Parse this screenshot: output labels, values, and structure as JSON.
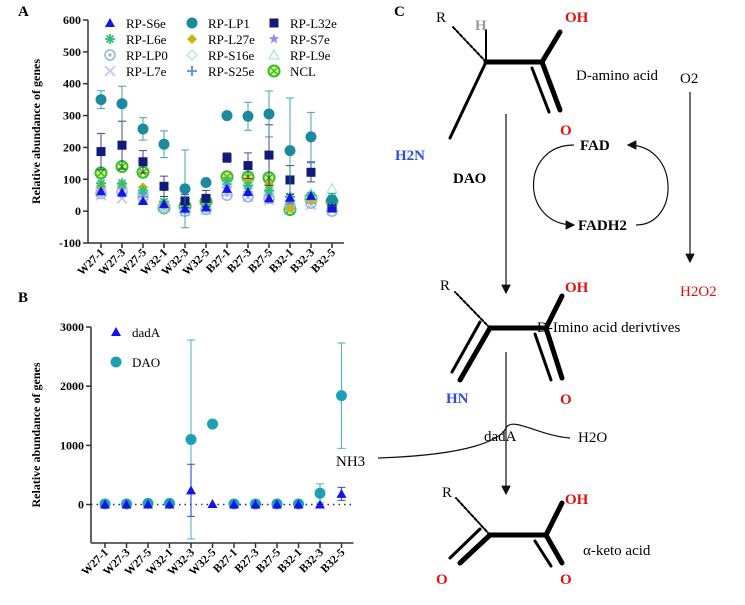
{
  "chart_data": [
    {
      "panel": "A",
      "type": "scatter",
      "ylabel": "Relative abundance of genes",
      "ylim": [
        -100,
        600
      ],
      "yticks": [
        600,
        500,
        400,
        300,
        200,
        100,
        0,
        -100
      ],
      "categories": [
        "W27-1",
        "W27-3",
        "W27-5",
        "W32-1",
        "W32-3",
        "W32-5",
        "B27-1",
        "B27-3",
        "B27-5",
        "B32-1",
        "B32-3",
        "B32-5"
      ],
      "legend_placement": "top",
      "series": [
        {
          "name": "RP-S6e",
          "marker": "triangle",
          "color": "#1414e6",
          "values": [
            62,
            58,
            32,
            22,
            8,
            12,
            70,
            60,
            40,
            42,
            48,
            10
          ]
        },
        {
          "name": "RP-LP1",
          "marker": "circle",
          "color": "#1b8a9c",
          "values": [
            350,
            337,
            258,
            210,
            70,
            90,
            300,
            298,
            305,
            190,
            233,
            35
          ],
          "err": [
            28,
            55,
            35,
            42,
            122,
            5,
            8,
            44,
            72,
            165,
            77,
            20
          ]
        },
        {
          "name": "RP-L32e",
          "marker": "square",
          "color": "#121a7a",
          "values": [
            187,
            207,
            155,
            78,
            32,
            40,
            168,
            143,
            176,
            98,
            122,
            12
          ],
          "err": [
            57,
            75,
            35,
            32,
            20,
            25,
            15,
            40,
            95,
            45,
            30,
            15
          ]
        },
        {
          "name": "RP-L6e",
          "marker": "asterisk",
          "color": "#2ebf7a",
          "values": [
            88,
            88,
            65,
            30,
            10,
            20,
            95,
            80,
            65,
            45,
            50,
            40
          ]
        },
        {
          "name": "RP-L27e",
          "marker": "diamond",
          "color": "#c8b418",
          "values": [
            80,
            85,
            75,
            25,
            10,
            15,
            100,
            95,
            85,
            10,
            35,
            30
          ]
        },
        {
          "name": "RP-S7e",
          "marker": "star",
          "color": "#8c8cf0",
          "values": [
            70,
            70,
            55,
            20,
            8,
            15,
            80,
            75,
            60,
            30,
            45,
            20
          ]
        },
        {
          "name": "RP-LP0",
          "marker": "ring",
          "color": "#8fb4ec",
          "values": [
            55,
            60,
            45,
            10,
            0,
            5,
            50,
            45,
            40,
            15,
            25,
            0
          ]
        },
        {
          "name": "RP-S16e",
          "marker": "diamond-open",
          "color": "#a6ecd8",
          "values": [
            75,
            80,
            60,
            15,
            5,
            10,
            90,
            85,
            80,
            20,
            40,
            25
          ]
        },
        {
          "name": "RP-L9e",
          "marker": "triangle-open",
          "color": "#a6ecd8",
          "values": [
            80,
            85,
            70,
            25,
            10,
            15,
            95,
            85,
            70,
            40,
            55,
            70
          ]
        },
        {
          "name": "RP-L7e",
          "marker": "x",
          "color": "#c6c6f2",
          "values": [
            50,
            40,
            40,
            10,
            0,
            5,
            60,
            45,
            35,
            15,
            20,
            5
          ]
        },
        {
          "name": "RP-S25e",
          "marker": "plus",
          "color": "#4a90e2",
          "values": [
            60,
            55,
            45,
            15,
            5,
            8,
            75,
            60,
            50,
            30,
            40,
            15
          ]
        },
        {
          "name": "NCL",
          "marker": "circle-x",
          "color": "#2cc02c",
          "values": [
            120,
            140,
            122,
            10,
            15,
            30,
            108,
            107,
            105,
            5,
            40,
            30
          ]
        }
      ]
    },
    {
      "panel": "B",
      "type": "scatter",
      "ylabel": "Relative abundance of genes",
      "ylim": [
        -650,
        3000
      ],
      "yticks": [
        3000,
        2000,
        1000,
        0
      ],
      "categories": [
        "W27-1",
        "W27-3",
        "W27-5",
        "W32-1",
        "W32-3",
        "W32-5",
        "B27-1",
        "B27-3",
        "B27-5",
        "B32-1",
        "B32-3",
        "B32-5"
      ],
      "legend_placement": "top-left",
      "reference_line": 0,
      "series": [
        {
          "name": "dadA",
          "marker": "triangle",
          "color": "#1414e6",
          "values": [
            0,
            0,
            0,
            0,
            240,
            10,
            0,
            0,
            0,
            0,
            0,
            180
          ],
          "err": [
            0,
            0,
            0,
            0,
            440,
            0,
            0,
            0,
            0,
            0,
            0,
            110
          ]
        },
        {
          "name": "DAO",
          "marker": "circle",
          "color": "#1ea0b4",
          "values": [
            10,
            10,
            20,
            20,
            1100,
            1360,
            10,
            10,
            10,
            10,
            190,
            1840
          ],
          "err": [
            0,
            0,
            0,
            0,
            1680,
            0,
            0,
            0,
            0,
            0,
            160,
            890
          ]
        }
      ]
    }
  ],
  "panel_labels": {
    "a": "A",
    "b": "B",
    "c": "C"
  },
  "pathway": {
    "r": "R",
    "h": "H",
    "oh": "OH",
    "o": "O",
    "h2n": "H2N",
    "hn": "HN",
    "d_amino_acid": "D-amino acid",
    "o2": "O2",
    "fad": "FAD",
    "fadh2": "FADH2",
    "dao": "DAO",
    "h2o2": "H2O2",
    "imino": "D-Imino acid derivtives",
    "dada": "dadA",
    "h2o": "H2O",
    "nh3": "NH3",
    "keto": "α-keto acid"
  }
}
